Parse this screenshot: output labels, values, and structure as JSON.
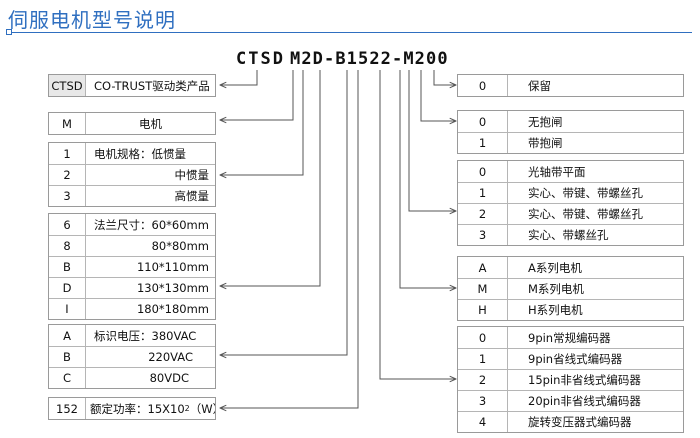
{
  "title": "伺服电机型号说明",
  "model_code": {
    "part1": "CTSD",
    "part2": "M2D-B1522-M200"
  },
  "left": {
    "brand": {
      "key": "CTSD",
      "value": "CO-TRUST驱动类产品"
    },
    "type": {
      "key": "M",
      "value": "电机"
    },
    "inertia": [
      {
        "key": "1",
        "value": "电机规格：低惯量"
      },
      {
        "key": "2",
        "value": "中惯量"
      },
      {
        "key": "3",
        "value": "高惯量"
      }
    ],
    "flange": [
      {
        "key": "6",
        "value": "法兰尺寸：60*60mm"
      },
      {
        "key": "8",
        "value": "80*80mm"
      },
      {
        "key": "B",
        "value": "110*110mm"
      },
      {
        "key": "D",
        "value": "130*130mm"
      },
      {
        "key": "I",
        "value": "180*180mm"
      }
    ],
    "voltage": [
      {
        "key": "A",
        "value": "标识电压：380VAC"
      },
      {
        "key": "B",
        "value": "220VAC"
      },
      {
        "key": "C",
        "value": "80VDC"
      }
    ],
    "power": {
      "key": "152",
      "value_prefix": "额定功率：15X10",
      "value_exp": "2",
      "value_suffix": "（W）"
    }
  },
  "right": {
    "reserved": [
      {
        "key": "0",
        "value": "保留"
      }
    ],
    "brake": [
      {
        "key": "0",
        "value": "无抱闸"
      },
      {
        "key": "1",
        "value": "带抱闸"
      }
    ],
    "shaft": [
      {
        "key": "0",
        "value": "光轴带平面"
      },
      {
        "key": "1",
        "value": "实心、带键、带螺丝孔"
      },
      {
        "key": "2",
        "value": "实心、带键、带螺丝孔"
      },
      {
        "key": "3",
        "value": "实心、带螺丝孔"
      }
    ],
    "series": [
      {
        "key": "A",
        "value": "A系列电机"
      },
      {
        "key": "M",
        "value": "M系列电机"
      },
      {
        "key": "H",
        "value": "H系列电机"
      }
    ],
    "encoder": [
      {
        "key": "0",
        "value": "9pin常规编码器"
      },
      {
        "key": "1",
        "value": "9pin省线式编码器"
      },
      {
        "key": "2",
        "value": "15pin非省线式编码器"
      },
      {
        "key": "3",
        "value": "20pin非省线式编码器"
      },
      {
        "key": "4",
        "value": "旋转变压器式编码器"
      }
    ]
  },
  "colors": {
    "title": "#2f6fc0",
    "line": "#555555",
    "border": "#9a9a9a",
    "key_shade": "#e8e8e8"
  }
}
